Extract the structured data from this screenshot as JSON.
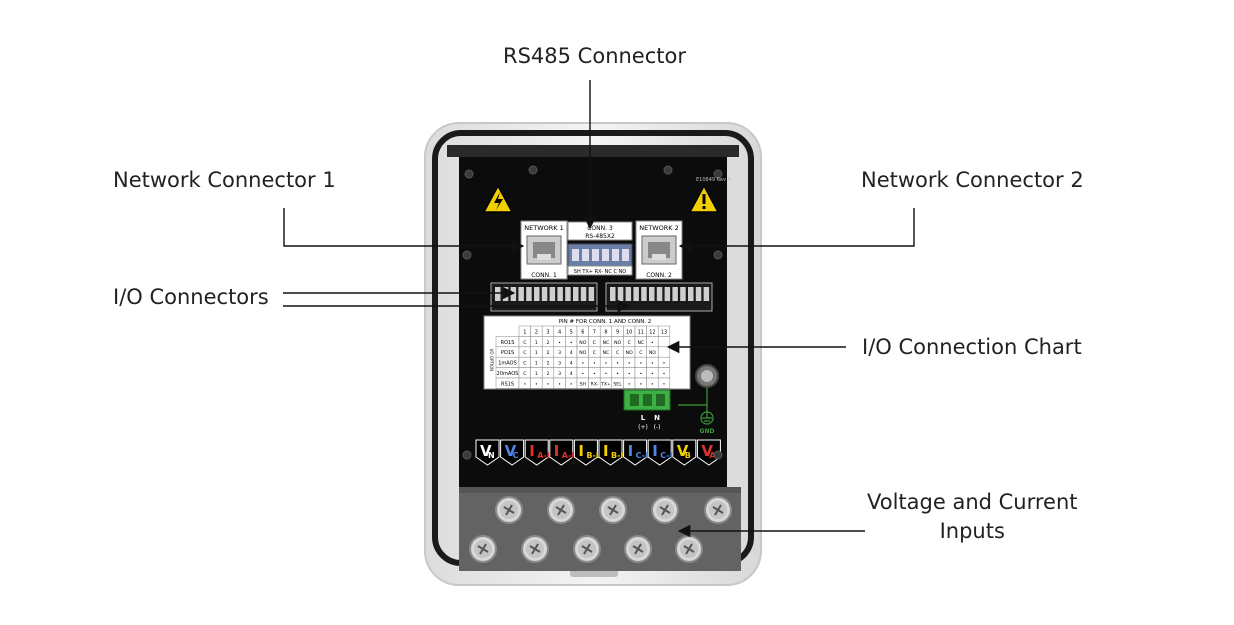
{
  "callouts": {
    "rs485": "RS485 Connector",
    "network1": "Network Connector 1",
    "network2": "Network Connector 2",
    "io_connectors": "I/O Connectors",
    "io_chart": "I/O Connection Chart",
    "voltage_current_line1": "Voltage and Current",
    "voltage_current_line2": "Inputs"
  },
  "board": {
    "network1_label": "NETWORK 1",
    "network2_label": "NETWORK 2",
    "conn1_label": "CONN. 1",
    "conn2_label": "CONN. 2",
    "conn3_label_line1": "CONN. 3",
    "conn3_label_line2": "RS-485X2",
    "rs485_pins": "SH TX+ RX- NC C NO",
    "rev_label": "E10849 Rev A",
    "power_l": "L",
    "power_n": "N",
    "power_l_sub": "(+)",
    "power_n_sub": "(-)",
    "gnd": "GND"
  },
  "pin_chart": {
    "title": "PIN # FOR CONN. 1 AND CONN. 2",
    "side_label": "I/O OPTION",
    "columns": [
      "1",
      "2",
      "3",
      "4",
      "5",
      "6",
      "7",
      "8",
      "9",
      "10",
      "11",
      "12",
      "13"
    ],
    "rows": [
      {
        "name": "RO1S",
        "cells": [
          "C",
          "1",
          "2",
          "•",
          "•",
          "NO",
          "C",
          "NC",
          "NO",
          "C",
          "NC",
          "•",
          ""
        ]
      },
      {
        "name": "PO1S",
        "cells": [
          "C",
          "1",
          "2",
          "3",
          "4",
          "NO",
          "C",
          "NC",
          "C",
          "NO",
          "C",
          "NO",
          ""
        ]
      },
      {
        "name": "1mAOS",
        "cells": [
          "C",
          "1",
          "2",
          "3",
          "4",
          "•",
          "•",
          "•",
          "•",
          "•",
          "•",
          "•",
          "•"
        ]
      },
      {
        "name": "20mAOS",
        "cells": [
          "C",
          "1",
          "2",
          "3",
          "4",
          "•",
          "•",
          "•",
          "•",
          "•",
          "•",
          "•",
          "•"
        ]
      },
      {
        "name": "RS1S",
        "cells": [
          "•",
          "•",
          "•",
          "•",
          "•",
          "SH",
          "RX-",
          "TX+",
          "SEL",
          "•",
          "•",
          "•",
          "•"
        ]
      }
    ]
  },
  "terminals": [
    {
      "main": "V",
      "sub": "N",
      "color": "#ffffff"
    },
    {
      "main": "V",
      "sub": "C",
      "color": "#4f86e6"
    },
    {
      "main": "I",
      "sub": "A-LO",
      "color": "#e03030"
    },
    {
      "main": "I",
      "sub": "A-HI",
      "color": "#e03030"
    },
    {
      "main": "I",
      "sub": "B-LO",
      "color": "#f2d000"
    },
    {
      "main": "I",
      "sub": "B-HI",
      "color": "#f2d000"
    },
    {
      "main": "I",
      "sub": "C-LO",
      "color": "#4f86e6"
    },
    {
      "main": "I",
      "sub": "C-HI",
      "color": "#4f86e6"
    },
    {
      "main": "V",
      "sub": "B",
      "color": "#f2d000"
    },
    {
      "main": "V",
      "sub": "A",
      "color": "#e03030"
    }
  ]
}
